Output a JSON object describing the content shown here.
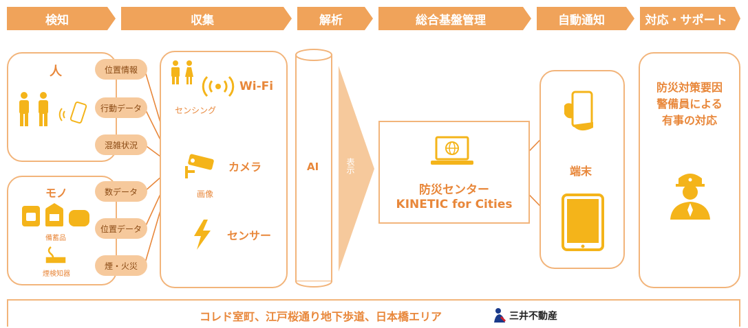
{
  "stages": [
    "検知",
    "収集",
    "解析",
    "総合基盤管理",
    "自動通知",
    "対応・サポート"
  ],
  "detection": {
    "people_title": "人",
    "things_title": "モノ",
    "supplies_label": "備蓄品",
    "smoke_detector_label": "煙検知器",
    "data_pills": [
      "位置情報",
      "行動データ",
      "混雑状況",
      "数データ",
      "位置データ",
      "煙・火災"
    ]
  },
  "collection": {
    "wifi_label": "Wi-Fi",
    "sensing_label": "センシング",
    "camera_label": "カメラ",
    "image_label": "画像",
    "sensor_label": "センサー"
  },
  "analysis": {
    "ai_label": "AI",
    "display_label": "表示"
  },
  "center": {
    "title_line1": "防災センター",
    "title_line2": "KINETIC for Cities"
  },
  "notify": {
    "device_label": "端末"
  },
  "response": {
    "line1": "防災対策要因",
    "line2": "警備員による",
    "line3": "有事の対応"
  },
  "footer": {
    "area_text": "コレド室町、江戸桜通り地下歩道、日本橋エリア",
    "brand_name": "三井不動産"
  },
  "colors": {
    "orange": "#f0a35a",
    "light_orange": "#f6c99c",
    "yellow": "#f4b41a",
    "text_orange": "#e8873a"
  }
}
